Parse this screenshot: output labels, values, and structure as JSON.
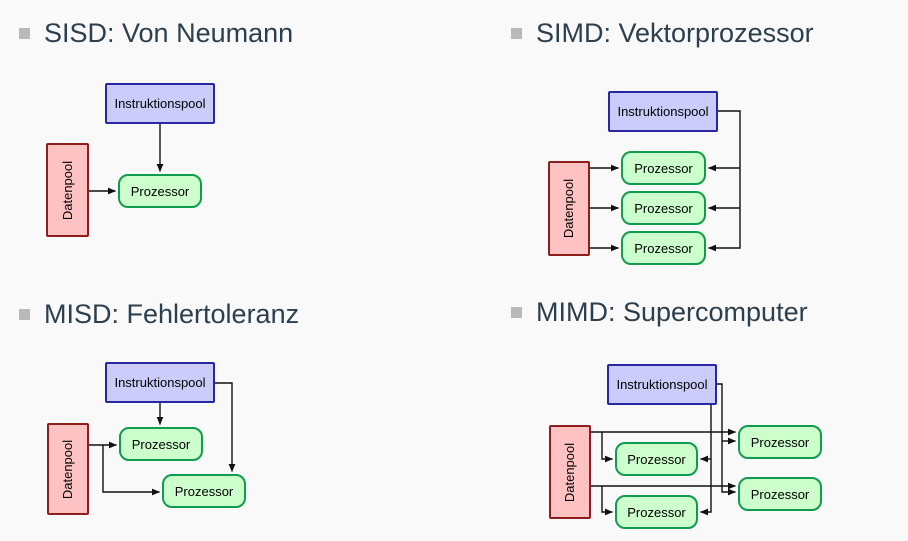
{
  "slide": {
    "background": "#f9f9f9",
    "bullet_color": "#b9b9b9",
    "heading_color": "#2d3f4c",
    "wire_color": "#111111"
  },
  "box_colors": {
    "instruction_fill": "#ccccfa",
    "instruction_border": "#2727a3",
    "data_fill": "#ffc2c2",
    "data_border": "#8e1d1d",
    "processor_fill": "#ccffcc",
    "processor_border": "#109c4e"
  },
  "sections": {
    "sisd": {
      "title": "SISD: Von Neumann",
      "instruction_pool": "Instruktionspool",
      "data_pool": "Datenpool",
      "processors": [
        "Prozessor"
      ]
    },
    "simd": {
      "title": "SIMD: Vektorprozessor",
      "instruction_pool": "Instruktionspool",
      "data_pool": "Datenpool",
      "processors": [
        "Prozessor",
        "Prozessor",
        "Prozessor"
      ]
    },
    "misd": {
      "title": "MISD: Fehlertoleranz",
      "instruction_pool": "Instruktionspool",
      "data_pool": "Datenpool",
      "processors": [
        "Prozessor",
        "Prozessor"
      ]
    },
    "mimd": {
      "title": "MIMD: Supercomputer",
      "instruction_pool": "Instruktionspool",
      "data_pool": "Datenpool",
      "processors": [
        "Prozessor",
        "Prozessor",
        "Prozessor",
        "Prozessor"
      ]
    }
  }
}
